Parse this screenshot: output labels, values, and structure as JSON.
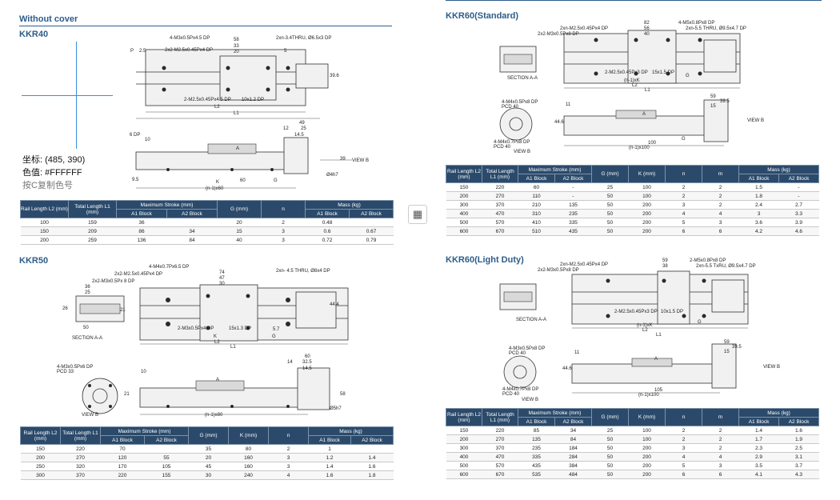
{
  "header": {
    "title": "Without cover"
  },
  "kkr40": {
    "title": "KKR40",
    "dims": [
      "4-M3x0.5Px4.5 DP",
      "2x2-M2.5x0.45Px4 DP",
      "58",
      "33",
      "20",
      "2xn-3.4THRU, Ø6.5x3 DP",
      "5",
      "2.5",
      "P",
      "2-M2.5x0.45Px4.5 DP",
      "10x1.2 DP",
      "L2",
      "L1",
      "39.6",
      "10",
      "6 DP",
      "49",
      "25",
      "12",
      "14.5",
      "VIEW B",
      "A",
      "60",
      "G",
      "K",
      "(n-1)x60",
      "Ø4h7",
      "9.5",
      "39"
    ],
    "table": {
      "headers": [
        "Rail Length L2 (mm)",
        "Total Length L1 (mm)",
        "Maximum Stroke (mm)",
        "G (mm)",
        "n",
        "Mass (kg)"
      ],
      "sub": [
        "A1 Block",
        "A2 Block",
        "A1 Block",
        "A2 Block"
      ],
      "rows": [
        [
          "100",
          "159",
          "36",
          "",
          "20",
          "2",
          "0.48",
          ""
        ],
        [
          "150",
          "209",
          "86",
          "34",
          "15",
          "3",
          "0.6",
          "0.67"
        ],
        [
          "200",
          "259",
          "136",
          "84",
          "40",
          "3",
          "0.72",
          "0.79"
        ]
      ]
    }
  },
  "kkr50": {
    "title": "KKR50",
    "dims": [
      "4-M4x0.7Px6.5 DP",
      "2x2-M2.5x0.45Px4 DP",
      "2x2-M3x0.5Px 8 DP",
      "74",
      "47",
      "30",
      "2xn- 4.5 THRU, Ø8x4 DP",
      "36",
      "25",
      "26",
      "21",
      "50",
      "SECTION A-A",
      "2-M3x0.5Px4 DP",
      "15x1.3 DP",
      "5.7",
      "K",
      "G",
      "L2",
      "L1",
      "44.4",
      "4-M3x0.5Px6 DP",
      "PCD 33",
      "VIEW B",
      "10",
      "60",
      "14",
      "32.5",
      "14.5",
      "A",
      "(n-1)x80",
      "Ø5h7",
      "21",
      "58"
    ],
    "table": {
      "headers": [
        "Rail Length L2 (mm)",
        "Total Length L1 (mm)",
        "Maximum Stroke (mm)",
        "G (mm)",
        "K (mm)",
        "n",
        "Mass (kg)"
      ],
      "sub": [
        "A1 Block",
        "A2 Block",
        "A1 Block",
        "A2 Block"
      ],
      "rows": [
        [
          "150",
          "220",
          "70",
          "",
          "35",
          "80",
          "2",
          "1",
          ""
        ],
        [
          "200",
          "270",
          "120",
          "55",
          "20",
          "160",
          "3",
          "1.2",
          "1.4"
        ],
        [
          "250",
          "320",
          "170",
          "105",
          "45",
          "160",
          "3",
          "1.4",
          "1.6"
        ],
        [
          "300",
          "370",
          "220",
          "155",
          "30",
          "240",
          "4",
          "1.6",
          "1.8"
        ]
      ]
    }
  },
  "kkr60s": {
    "title": "KKR60(Standard)",
    "dims": [
      "2xn-M2.5x0.45Px4 DP",
      "2x2-M3x0.5Px8 DP",
      "4-M5x0.8Px8 DP",
      "2xn-5.5 THRU, Ø9.5x4.7 DP",
      "82",
      "56",
      "40",
      "2-M2.5x0.45Px3 DP",
      "15x1.5 DP",
      "SECTION A-A",
      "(n-1)xK",
      "L2",
      "L1",
      "G",
      "4-M4x0.5Px8 DP",
      "PCD 40",
      "4-M4x0.7Px8 DP",
      "PCD 40",
      "VIEW B",
      "11",
      "100",
      "(n-1)x100",
      "G",
      "44.6",
      "59",
      "39.5",
      "15",
      "VIEW B",
      "A"
    ],
    "table": {
      "headers": [
        "Rail Length L2 (mm)",
        "Total Length L1 (mm)",
        "Maximum Stroke (mm)",
        "G (mm)",
        "K (mm)",
        "n",
        "m",
        "Mass (kg)"
      ],
      "sub": [
        "A1 Block",
        "A2 Block",
        "A1 Block",
        "A2 Block"
      ],
      "rows": [
        [
          "150",
          "220",
          "60",
          "-",
          "25",
          "100",
          "2",
          "2",
          "1.5",
          "-"
        ],
        [
          "200",
          "270",
          "110",
          "-",
          "50",
          "100",
          "2",
          "2",
          "1.8",
          "-"
        ],
        [
          "300",
          "370",
          "210",
          "135",
          "50",
          "200",
          "3",
          "2",
          "2.4",
          "2.7"
        ],
        [
          "400",
          "470",
          "310",
          "235",
          "50",
          "200",
          "4",
          "4",
          "3",
          "3.3"
        ],
        [
          "500",
          "570",
          "410",
          "335",
          "50",
          "200",
          "5",
          "3",
          "3.6",
          "3.9"
        ],
        [
          "600",
          "670",
          "510",
          "435",
          "50",
          "200",
          "6",
          "6",
          "4.2",
          "4.6"
        ]
      ]
    }
  },
  "kkr60l": {
    "title": "KKR60(Light Duty)",
    "dims": [
      "2xn-M2.5x0.45Px4 DP",
      "2x2-M3x0.5Px8 DP",
      "2-M5x0.8Px8 DP",
      "2xn-5.5 TxRU, Ø9.5x4.7 DP",
      "59",
      "38",
      "2-M2.5x0.45Px3 DP",
      "10x1.5 DP",
      "SECTION A-A",
      "(n-1)xK",
      "L2",
      "L1",
      "G",
      "4-M3x0.5Px8 DP",
      "PCD 40",
      "4-M4x0.7Px8 DP",
      "PCD 40",
      "VIEW B",
      "11",
      "105",
      "(n-1)x100",
      "44.6",
      "59",
      "39.5",
      "15",
      "VIEW B",
      "A"
    ],
    "table": {
      "headers": [
        "Rail Length L2 (mm)",
        "Total Length L1 (mm)",
        "Maximum Stroke (mm)",
        "G (mm)",
        "K (mm)",
        "n",
        "m",
        "Mass (kg)"
      ],
      "sub": [
        "A1 Block",
        "A2 Block",
        "A1 Block",
        "A2 Block"
      ],
      "rows": [
        [
          "150",
          "220",
          "85",
          "34",
          "25",
          "100",
          "2",
          "2",
          "1.4",
          "1.6"
        ],
        [
          "200",
          "270",
          "135",
          "84",
          "50",
          "100",
          "2",
          "2",
          "1.7",
          "1.9"
        ],
        [
          "300",
          "370",
          "235",
          "184",
          "50",
          "200",
          "3",
          "2",
          "2.3",
          "2.5"
        ],
        [
          "400",
          "470",
          "335",
          "284",
          "50",
          "200",
          "4",
          "4",
          "2.9",
          "3.1"
        ],
        [
          "500",
          "570",
          "435",
          "384",
          "50",
          "200",
          "5",
          "3",
          "3.5",
          "3.7"
        ],
        [
          "600",
          "670",
          "535",
          "484",
          "50",
          "200",
          "6",
          "6",
          "4.1",
          "4.3"
        ]
      ]
    }
  },
  "overlay": {
    "coord": "坐标: (485, 390)",
    "color": "色值: #FFFFFF",
    "hint": "按C复制色号",
    "calc_icon": "▦"
  }
}
